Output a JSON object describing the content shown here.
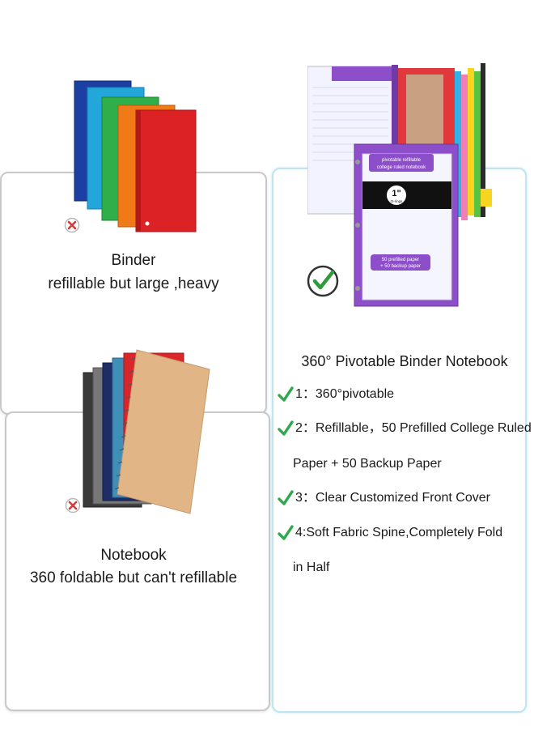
{
  "binder": {
    "title": "Binder",
    "subtitle": "refillable but large ,heavy"
  },
  "notebook": {
    "title": "Notebook",
    "subtitle": "360 foldable but can't refillable"
  },
  "product": {
    "title": "360° Pivotable Binder Notebook",
    "cover_label": "pivotable refillable college ruled notebook",
    "ring_size": "1\"",
    "ring_label": "O-rings",
    "paper_label_1": "50 prefilled paper",
    "paper_label_2": "+ 50 backup paper",
    "features": [
      {
        "text": "1：360°pivotable",
        "cont": ""
      },
      {
        "text": "2：Refillable，50 Prefilled College Ruled",
        "cont": "Paper + 50 Backup Paper"
      },
      {
        "text": "3：Clear Customized Front Cover",
        "cont": ""
      },
      {
        "text": "4:Soft Fabric Spine,Completely Fold",
        "cont": "in Half"
      }
    ]
  },
  "colors": {
    "bad_mark": "#d63a3a",
    "good_mark": "#2e9a3a",
    "accent_purple": "#8d4fc9",
    "check_green": "#2fa84f"
  },
  "icons": {
    "bad": "x-mark-icon",
    "good": "check-mark-icon"
  }
}
